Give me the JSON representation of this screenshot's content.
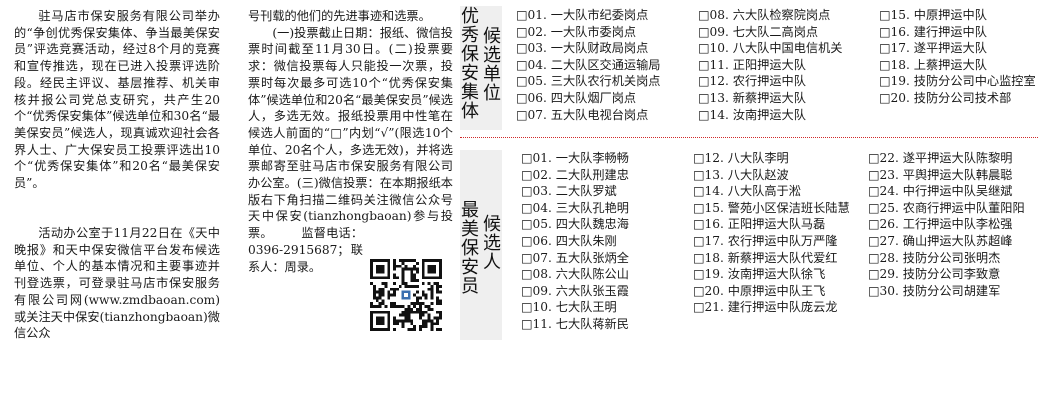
{
  "article": {
    "para1": "驻马店市保安服务有限公司举办的“争创优秀保安集体、争当最美保安员”评选竞赛活动，经过8个月的竞赛和宣传推选，现在已进入投票评选阶段。经民主评议、基层推荐、机关审核并报公司党总支研究，共产生20个“优秀保安集体”候选单位和30名“最美保安员”候选人，现真诚欢迎社会各界人士、广大保安员工投票评选出10个“优秀保安集体”和20名“最美保安员”。",
    "para2": "活动办公室于11月22日在《天中晚报》和天中保安微信平台发布候选单位、个人的基本情况和主要事迹并刊登选票，可登录驻马店市保安服务有限公司网(www.zmdbaoan.com)或关注天中保安(tianzhongbaoan)微信公众",
    "para3_head": "号刊载的他们的先进事迹和选票。",
    "para3_item1": "(一)投票截止日期：报纸、微信投票时间截至11月30日。(二)投票要求：微信投票每人只能投一次票，投票时每次最多可选10个“优秀保安集体”候选单位和20名“最美保安员”候选人，多选无效。报纸投票用中性笔在候选人前面的“□”内划“√”(限选10个单位、20名个人，多选无效)，并将选票邮寄至驻马店市保安服务有限公司办公室。(三)微信投票：在本期报纸本版右下角扫描二维码关注微信公众号天中保安(tianzhongbaoan)参与投票。",
    "para3_contact": "监督电话：0396-2915687；联系人：周录。"
  },
  "qr_code": {
    "label": "qr-code"
  },
  "units": {
    "label": "优秀保安集体候选单位",
    "label_col1": "优秀保安集体",
    "label_col2": "候选单位",
    "items": [
      "□01. 一大队市纪委岗点",
      "□02. 一大队市委岗点",
      "□03. 一大队财政局岗点",
      "□04. 二大队区交通运输局",
      "□05. 三大队农行机关岗点",
      "□06. 四大队烟厂岗点",
      "□07. 五大队电视台岗点",
      "□08. 六大队检察院岗点",
      "□09. 七大队二高岗点",
      "□10. 八大队中国电信机关",
      "□11. 正阳押运大队",
      "□12. 农行押运中队",
      "□13. 新蔡押运大队",
      "□14. 汝南押运大队",
      "□15. 中原押运中队",
      "□16. 建行押运中队",
      "□17. 遂平押运大队",
      "□18. 上蔡押运大队",
      "□19. 技防分公司中心监控室",
      "□20. 技防分公司技术部"
    ]
  },
  "people": {
    "label": "最美保安员候选人",
    "label_col1": "最美保安员",
    "label_col2": "候选人",
    "items": [
      "□01. 一大队李畅畅",
      "□02. 二大队刑建忠",
      "□03. 二大队罗斌",
      "□04. 三大队孔艳明",
      "□05. 四大队魏忠海",
      "□06. 四大队朱刚",
      "□07. 五大队张炳全",
      "□08. 六大队陈公山",
      "□09. 六大队张玉霞",
      "□10. 七大队王明",
      "□11. 七大队蒋新民",
      "□12. 八大队李明",
      "□13. 八大队赵波",
      "□14. 八大队高于淞",
      "□15. 警苑小区保洁班长陆慧",
      "□16. 正阳押运大队马磊",
      "□17. 农行押运中队万严隆",
      "□18. 新蔡押运大队代爱红",
      "□19. 汝南押运大队徐飞",
      "□20. 中原押运中队王飞",
      "□21. 建行押运中队庞云龙",
      "□22. 遂平押运大队陈黎明",
      "□23. 平舆押运大队韩晨聪",
      "□24. 中行押运中队吴继斌",
      "□25. 农商行押运中队董阳阳",
      "□26. 工行押运中队李松强",
      "□27. 确山押运大队苏超峰",
      "□28. 技防分公司张明杰",
      "□29. 技防分公司李致意",
      "□30. 技防分公司胡建军"
    ]
  },
  "colors": {
    "label_bg": "#efefef",
    "divider": "#d02a2a"
  }
}
